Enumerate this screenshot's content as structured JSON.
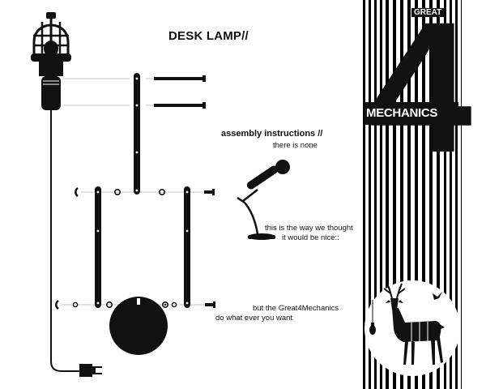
{
  "title": "DESK LAMP//",
  "assembly_heading": "assembly instructions //",
  "assembly_sub": "there is none",
  "caption_nice_1": "this is the way we thought",
  "caption_nice_2": "it would be nice::",
  "caption_brand_1": "but the Great4Mechanics",
  "caption_brand_2": "do what ever you want",
  "brand": {
    "great": "GREAT",
    "digit": "4",
    "mechanics": "MECHANICS"
  },
  "colors": {
    "ink": "#111111",
    "paper": "#ffffff"
  },
  "icons": [
    "cage-lamp-icon",
    "power-plug-icon",
    "desk-lamp-icon",
    "deer-icon",
    "bird-icon",
    "bulb-icon"
  ]
}
